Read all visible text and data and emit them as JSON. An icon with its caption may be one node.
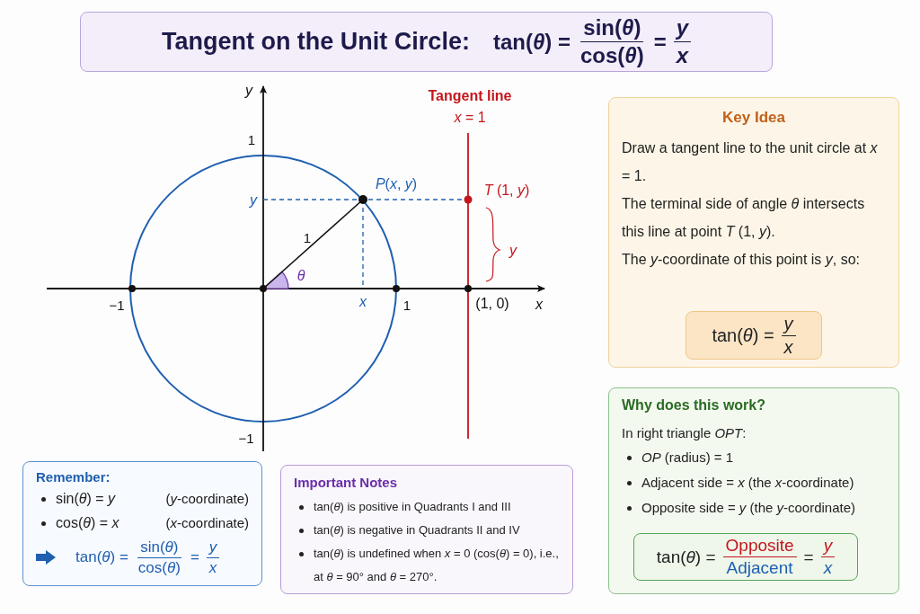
{
  "diagram": {
    "nodes": [
      {
        "text": [
          "Tangent on the Unit Circle:",
          "tan(*θ*) =",
          "sin(*θ*)",
          "cos(*θ*)",
          "=",
          "*y*",
          "*x*"
        ]
      },
      {
        "text": [
          "Key Idea",
          "Draw a tangent line to the unit circle at *x* = 1.",
          "The terminal side of angle *θ* intersects this line at point *T* (1, *y*).",
          "The *y*-coordinate of this point is *y*, so:"
        ]
      },
      {
        "text": [
          "tan(*θ*) =",
          "*y*",
          "*x*"
        ],
        "in": 1
      },
      {
        "text": [
          "Why does this work?",
          "In right triangle *OPT*:",
          "*OP* (radius) = 1",
          "Adjacent side = *x* (the *x*-coordinate)",
          "Opposite side = *y* (the *y*-coordinate)"
        ]
      },
      {
        "text": [
          "tan(*θ*) =",
          "Opposite",
          "Adjacent",
          "=",
          "*y*",
          "*x*"
        ],
        "in": 3
      },
      {
        "text": [
          "Remember:",
          "sin(*θ*) = *y*",
          "(*y*-coordinate)",
          "cos(*θ*) = *x*",
          "(*x*-coordinate)",
          "tan(*θ*) =",
          "sin(*θ*)",
          "cos(*θ*)",
          "=",
          "*y*",
          "*x*"
        ]
      },
      {
        "text": [
          "Important Notes",
          "tan(*θ*) is positive in Quadrants I and III",
          "tan(*θ*) is negative in Quadrants II and IV",
          "tan(*θ*) is undefined when *x* = 0 (cos(*θ*) = 0), i.e., at *θ* = 90° and *θ* = 270°."
        ]
      }
    ],
    "labels": [
      "*y*",
      "1",
      "Tangent line",
      "*x* = 1",
      "*P*(*x*, *y*)",
      "*T* (1, *y*)",
      "*y*",
      "1",
      "*θ*",
      "*y*",
      "−1",
      "*x*",
      "1",
      "(1, 0)",
      "*x*",
      "−1"
    ]
  }
}
